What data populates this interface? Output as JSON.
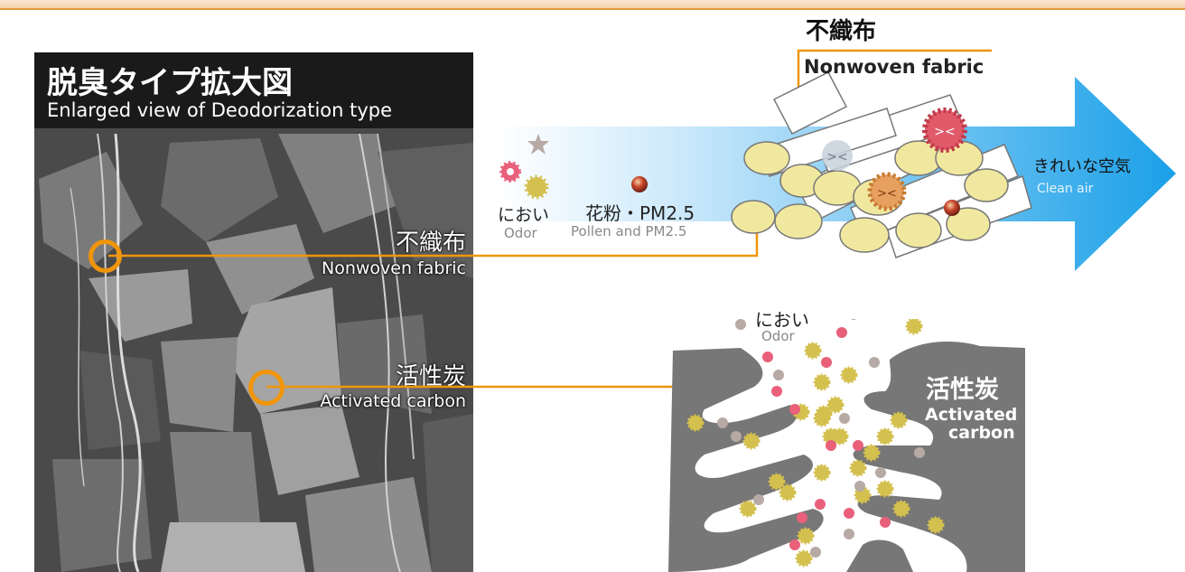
{
  "photo": {
    "title": "脱臭タイプ拡大図",
    "subtitle": "Enlarged view of Deodorization type",
    "nonwoven_jp": "不織布",
    "nonwoven_en": "Nonwoven fabric",
    "carbon_jp": "活性炭",
    "carbon_en": "Activated carbon"
  },
  "filter": {
    "title_jp": "不織布",
    "title_en": "Nonwoven fabric",
    "odor_jp": "におい",
    "odor_en": "Odor",
    "pollen_jp": "花粉・PM2.5",
    "pollen_en": "Pollen and PM2.5",
    "clean_jp": "きれいな空気",
    "clean_en": "Clean air"
  },
  "carbon": {
    "odor_jp": "におい",
    "odor_en": "Odor",
    "title_jp": "活性炭",
    "title_en_1": "Activated",
    "title_en_2": "carbon"
  },
  "colors": {
    "accent_orange": "#f0950a",
    "arrow_blue": "#1aa0e8",
    "fiber_yellow": "#f1e8a0",
    "carbon_gray": "#777777",
    "pollen_red": "#d05030",
    "odor_pink": "#e8607a",
    "odor_gray": "#b7a9a4",
    "odor_olive": "#d4c04e"
  }
}
